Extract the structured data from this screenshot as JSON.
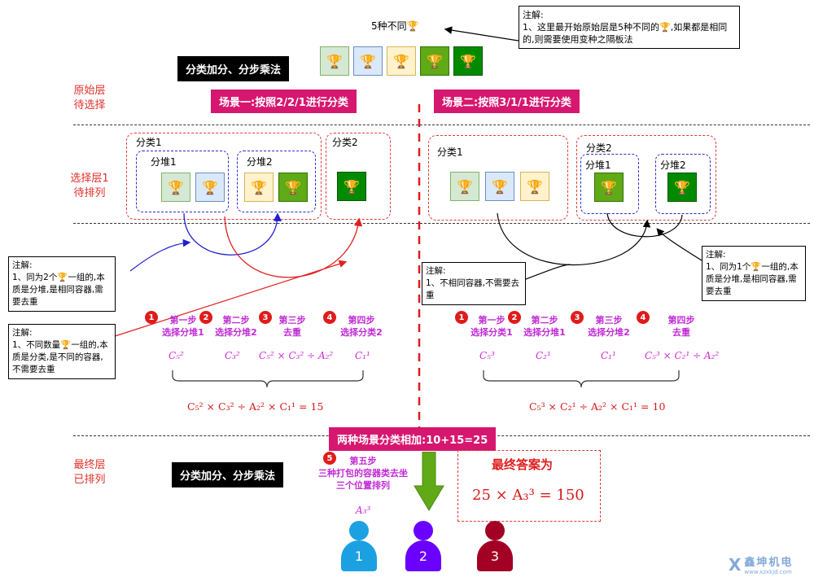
{
  "top": {
    "five_label": "5种不同🏆",
    "method_label": "分类加分、分步乘法",
    "top_note": [
      "注解:",
      "1、这里最开始原始层是5种不同的🏆,如果都是相同的,则需要使用变种之隔板法"
    ]
  },
  "layers": {
    "original": [
      "原始层",
      "待选择"
    ],
    "select": [
      "选择层1",
      "待排列"
    ],
    "final": [
      "最终层",
      "已排列"
    ]
  },
  "scenario1": {
    "title": "场景一:按照2/2/1进行分类",
    "group1": "分类1",
    "pile1": "分堆1",
    "pile2": "分堆2",
    "group2": "分类2",
    "steps": [
      {
        "num": "1",
        "label": "第一步\n选择分堆1",
        "formula": "C₅²"
      },
      {
        "num": "2",
        "label": "第二步\n选择分堆2",
        "formula": "C₃²"
      },
      {
        "num": "3",
        "label": "第三步\n去重",
        "formula": "C₅² × C₃² ÷ A₂²"
      },
      {
        "num": "4",
        "label": "第四步\n选择分类2",
        "formula": "C₁¹"
      }
    ],
    "result": "C₅² × C₃² ÷ A₂² × C₁¹ = 15"
  },
  "scenario2": {
    "title": "场景二:按照3/1/1进行分类",
    "group1": "分类1",
    "group2": "分类2",
    "pile1": "分堆1",
    "pile2": "分堆2",
    "steps": [
      {
        "num": "1",
        "label": "第一步\n选择分类1",
        "formula": "C₅³"
      },
      {
        "num": "2",
        "label": "第二步\n选择分堆1",
        "formula": "C₂¹"
      },
      {
        "num": "3",
        "label": "第三步\n选择分堆2",
        "formula": "C₁¹"
      },
      {
        "num": "4",
        "label": "第四步\n去重",
        "formula": "C₅³ × C₂¹ ÷ A₂²"
      }
    ],
    "result": "C₅³ × C₂¹ ÷ A₂² × C₁¹ = 10"
  },
  "notes": {
    "left_blue": [
      "注解:",
      "1、同为2个🏆一组的,本质是分堆,是相同容器,需要去重"
    ],
    "left_red": [
      "注解:",
      "1、不同数量🏆一组的,本质是分类,是不同的容器,不需要去重"
    ],
    "mid_black": [
      "注解:",
      "1、不相同容器,不需要去重"
    ],
    "right_black": [
      "注解:",
      "1、同为1个🏆一组的,本质是分堆,是相同容器,需要去重"
    ]
  },
  "final": {
    "sum_label": "两种场景分类相加:10+15=25",
    "method_label": "分类加分、分步乘法",
    "step5_num": "5",
    "step5_label": "第五步\n三种打包的容器类去坐三个位置排列",
    "step5_formula": "A₃³",
    "answer_title": "最终答案为",
    "answer_formula": "25 × A₃³ = 150",
    "people": [
      "1",
      "2",
      "3"
    ]
  },
  "watermark": {
    "logo": "鑫坤机电",
    "url": "www.xzxkjd.com"
  },
  "colors": {
    "pink": "#d6176f",
    "red": "#e0302b",
    "magenta": "#c02bd4",
    "tile_green_light": "#d5e8d4",
    "tile_blue": "#dae8fc",
    "tile_yellow": "#fff2cc",
    "tile_green": "#60a917",
    "tile_dark_green": "#008a00",
    "person1": "#1ba1e2",
    "person2": "#6a00ff",
    "person3": "#a20025"
  },
  "icons": [
    "trophy-icon",
    "person-icon",
    "down-arrow-icon"
  ]
}
